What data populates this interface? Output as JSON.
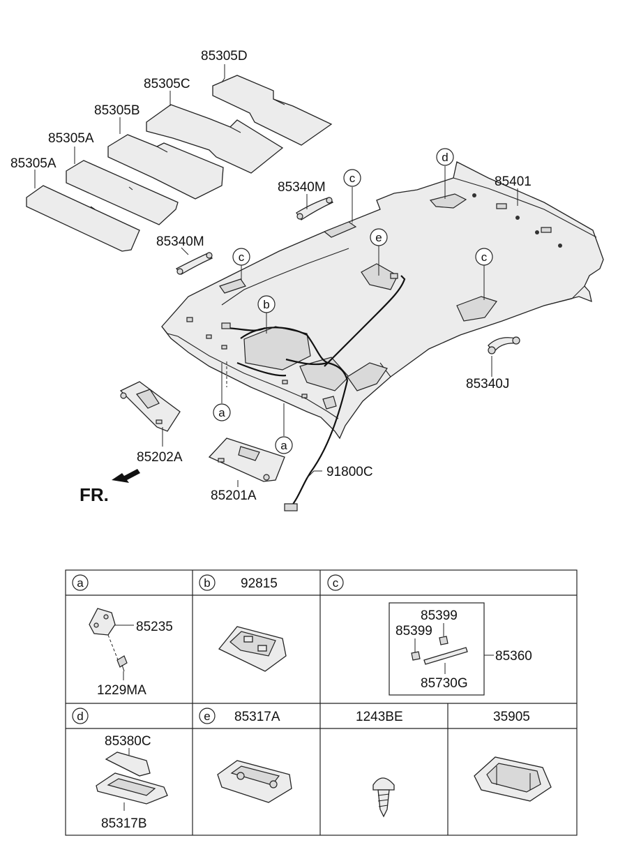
{
  "pads": {
    "d": "85305D",
    "c": "85305C",
    "b": "85305B",
    "a_upper": "85305A",
    "a_lower": "85305A"
  },
  "headliner": {
    "label": "85401"
  },
  "assist_handles": {
    "front_left": "85340M",
    "rear_left": "85340M",
    "right": "85340J"
  },
  "sunvisors": {
    "left": "85202A",
    "right": "85201A"
  },
  "wiring": {
    "label": "91800C"
  },
  "front_marker": "FR.",
  "callouts": {
    "a": "a",
    "b": "b",
    "c": "c",
    "d": "d",
    "e": "e"
  },
  "table": {
    "cell_a": {
      "key": "a",
      "parts": [
        "85235",
        "1229MA"
      ]
    },
    "cell_b": {
      "key": "b",
      "part": "92815"
    },
    "cell_c": {
      "key": "c",
      "parts": [
        "85399",
        "85399",
        "85360",
        "85730G"
      ]
    },
    "cell_d": {
      "key": "d",
      "parts": [
        "85380C",
        "85317B"
      ]
    },
    "cell_e": {
      "key": "e",
      "part": "85317A"
    },
    "screw": {
      "part": "1243BE"
    },
    "lamp": {
      "part": "35905"
    }
  }
}
